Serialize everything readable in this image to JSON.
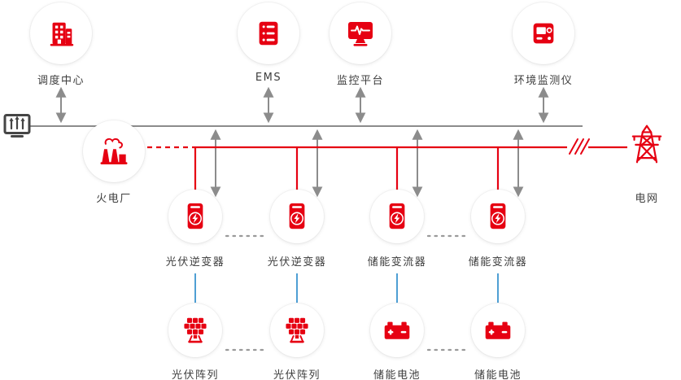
{
  "diagram": {
    "colors": {
      "accent_red": "#e60012",
      "line_gray": "#8c8c8c",
      "line_blue": "#4f9fd4",
      "text": "#3d3d3d"
    },
    "nodes": {
      "dispatch_center": {
        "label": "调度中心",
        "icon": "building-icon"
      },
      "ems": {
        "label": "EMS",
        "icon": "server-icon"
      },
      "monitoring_platform": {
        "label": "监控平台",
        "icon": "monitor-heartbeat-icon"
      },
      "env_monitor": {
        "label": "环境监测仪",
        "icon": "instrument-icon"
      },
      "thermal_plant": {
        "label": "火电厂",
        "icon": "power-plant-icon"
      },
      "power_grid": {
        "label": "电网",
        "icon": "transmission-tower-icon"
      },
      "pv_inverter_1": {
        "label": "光伏逆变器",
        "icon": "inverter-bolt-icon"
      },
      "pv_inverter_2": {
        "label": "光伏逆变器",
        "icon": "inverter-bolt-icon"
      },
      "storage_converter_1": {
        "label": "储能变流器",
        "icon": "inverter-bolt-icon"
      },
      "storage_converter_2": {
        "label": "储能变流器",
        "icon": "inverter-bolt-icon"
      },
      "pv_array_1": {
        "label": "光伏阵列",
        "icon": "solar-panel-icon"
      },
      "pv_array_2": {
        "label": "光伏阵列",
        "icon": "solar-panel-icon"
      },
      "storage_battery_1": {
        "label": "储能电池",
        "icon": "battery-icon"
      },
      "storage_battery_2": {
        "label": "储能电池",
        "icon": "battery-icon"
      }
    }
  }
}
